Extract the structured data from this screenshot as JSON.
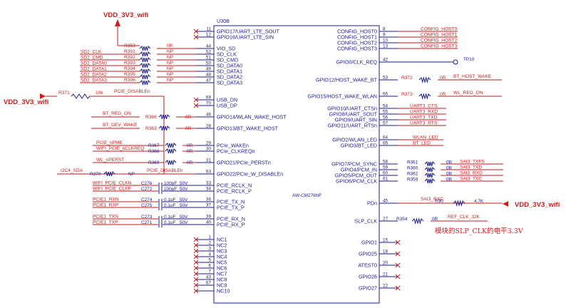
{
  "chip": {
    "ref": "U30B",
    "part": "AW-CM276NF",
    "left_pins": [
      {
        "num": "11",
        "name": "GPIO17/UART_LTE_SOUT",
        "nc": true
      },
      {
        "num": "12",
        "name": "GPIO16/UART_LTE_SIN",
        "nc": true
      },
      {
        "num": "44",
        "name": "VIO_SD"
      },
      {
        "num": "52",
        "name": "SD_CLK"
      },
      {
        "num": "51",
        "name": "SD_CMD"
      },
      {
        "num": "50",
        "name": "SD_DATA0"
      },
      {
        "num": "49",
        "name": "SD_DATA1"
      },
      {
        "num": "48",
        "name": "SD_DATA2"
      },
      {
        "num": "47",
        "name": "SD_DATA3"
      },
      {
        "num": "69",
        "name": "USB_DN",
        "nc": true
      },
      {
        "num": "70",
        "name": "USB_DP",
        "nc": true
      },
      {
        "num": "46",
        "name": "GPIO14/WLAN_WAKE_HOST"
      },
      {
        "num": "28",
        "name": "GPIO13/BT_WAKE_HOST"
      },
      {
        "num": "29",
        "name": "PCIe_WAKEn"
      },
      {
        "num": "30",
        "name": "PCIe_CLKREQn"
      },
      {
        "num": "31",
        "name": "GPIO21/PCIe_PERSTn"
      },
      {
        "num": "63",
        "name": "GPIO22/PCIe_W_DISABLEn"
      },
      {
        "num": "33",
        "name": "PCIE_RCLK_N"
      },
      {
        "num": "34",
        "name": "PCIE_RCLK_P"
      },
      {
        "num": "36",
        "name": "PCIE_TX_N"
      },
      {
        "num": "37",
        "name": "PCIE_TX_P"
      },
      {
        "num": "39",
        "name": "PCIE_RX_N"
      },
      {
        "num": "40",
        "name": "PCIE_RX_P"
      },
      {
        "num": "1",
        "name": "NC1",
        "nc": true
      },
      {
        "num": "2",
        "name": "NC2",
        "nc": true
      },
      {
        "num": "3",
        "name": "NC3",
        "nc": true
      },
      {
        "num": "4",
        "name": "NC4",
        "nc": true
      },
      {
        "num": "5",
        "name": "NC5",
        "nc": true
      },
      {
        "num": "6",
        "name": "NC6",
        "nc": true
      },
      {
        "num": "7",
        "name": "NC7",
        "nc": true
      },
      {
        "num": "43",
        "name": "NC8",
        "nc": true
      },
      {
        "num": "67",
        "name": "NC9",
        "nc": true
      },
      {
        "num": "",
        "name": "NC10",
        "nc": true
      }
    ],
    "right_pins": [
      {
        "num": "8",
        "name": "CONFIG_HOST0"
      },
      {
        "num": "9",
        "name": "CONFIG_HOST1"
      },
      {
        "num": "10",
        "name": "CONFIG_HOST2"
      },
      {
        "num": "13",
        "name": "CONFIG_HOST3"
      },
      {
        "num": "42",
        "name": "GPIO0/CLK_REQ"
      },
      {
        "num": "53",
        "name": "GPIO12/HOST_WAKE_BT"
      },
      {
        "num": "66",
        "name": "GPIO15/HOST_WAKE_WLAN"
      },
      {
        "num": "54",
        "name": "GPIO10/UART_CTSn"
      },
      {
        "num": "55",
        "name": "GPIO8/UART_SOUT"
      },
      {
        "num": "56",
        "name": "GPIO9/UART_SIN"
      },
      {
        "num": "57",
        "name": "GPIO11/UART_RTSn"
      },
      {
        "num": "64",
        "name": "GPIO2/WLAN_LED"
      },
      {
        "num": "65",
        "name": "GPIO3/BT_LED"
      },
      {
        "num": "58",
        "name": "GPIO7/PCM_SYNC"
      },
      {
        "num": "59",
        "name": "GPIO4/PCM_IN"
      },
      {
        "num": "60",
        "name": "GPIO5/PCM_OUT"
      },
      {
        "num": "61",
        "name": "GPIO6/PCM_CLK"
      },
      {
        "num": "45",
        "name": "PDn"
      },
      {
        "num": "27",
        "name": "SLP_CLK"
      },
      {
        "num": "15",
        "name": "GPIO1",
        "nc": true
      },
      {
        "num": "18",
        "name": "GPIO25",
        "nc": true
      },
      {
        "num": "20",
        "name": "ATEST0",
        "nc": true
      },
      {
        "num": "21",
        "name": "GPIO26",
        "nc": true
      },
      {
        "num": "22",
        "name": "GPIO27",
        "nc": true
      }
    ]
  },
  "power_labels": {
    "top": "VDD_3V3_wifi",
    "left": "VDD_3V3_wifi",
    "right": "VDD_3V3_wifi"
  },
  "left_nets": [
    {
      "net": "",
      "ref": "R353",
      "val": "0R"
    },
    {
      "net": "SD2_CLK",
      "ref": "R391",
      "val": "NP"
    },
    {
      "net": "SD2_CMD",
      "ref": "R392",
      "val": "NP"
    },
    {
      "net": "SD2_DATA0",
      "ref": "R393",
      "val": "NP"
    },
    {
      "net": "SD2_DATA1",
      "ref": "R394",
      "val": "NP"
    },
    {
      "net": "SD2_DATA2",
      "ref": "R395",
      "val": "NP"
    },
    {
      "net": "SD2_DATA3",
      "ref": "R396",
      "val": "NP"
    },
    {
      "net": "BT_REG_ON",
      "ref": "R366",
      "val": "0R"
    },
    {
      "net": "BT_DEV_WAKE",
      "ref": "R363",
      "val": "0R"
    },
    {
      "net": "PCIE_nPME",
      "ref": "R367",
      "val": "0R"
    },
    {
      "net": "WIFI_PCIE_nCLKREQ",
      "ref": "R368",
      "val": "0R"
    },
    {
      "net": "WL_nPERST",
      "ref": "R369",
      "val": "0R"
    },
    {
      "net": "I2C4_SDA",
      "ref": "R370",
      "val": "NP"
    },
    {
      "net": "WIFI_PCIE_CLKN",
      "ref": "C276",
      "val": "100pF"
    },
    {
      "net": "WIFI_PCIE_CLKP",
      "ref": "C272",
      "val": "100pF"
    },
    {
      "net": "PCIE1_RXN",
      "ref": "C274",
      "val": "0.1uF"
    },
    {
      "net": "PCIE1_RXP",
      "ref": "C275",
      "val": "0.1uF"
    },
    {
      "net": "PCIE1_TXN",
      "ref": "C273",
      "val": "0.1uF"
    },
    {
      "net": "PCIE1_TXP",
      "ref": "C271",
      "val": "0.1uF"
    }
  ],
  "cap_voltage": "50V",
  "r371": {
    "ref": "R371",
    "val": "10k",
    "net": "PCIE_DISABLEn"
  },
  "pcie_disable_net": "PCIE_DISABLEn",
  "right_nets": {
    "config": [
      "CONFIG_HOST0",
      "CONFIG_HOST1",
      "CONFIG_HOST2",
      "CONFIG_HOST3"
    ],
    "tp": "TP10",
    "bt_host_wake": {
      "ref": "R372",
      "val": "0R",
      "net": "BT_HOST_WAKE"
    },
    "wl_reg_on": {
      "ref": "R373",
      "val": "0R",
      "net": "WL_REG_ON"
    },
    "uart": [
      "UART3_CTS",
      "UART3_RXD",
      "UART3_TXD",
      "UART3_RTS"
    ],
    "led": [
      "WLAN_LED",
      "BT_LED"
    ],
    "pcm": [
      {
        "ref": "R361",
        "val": "0R",
        "net": "SAI3_TXFS"
      },
      {
        "ref": "R360",
        "val": "0R",
        "net": "SAI3_TXD"
      },
      {
        "ref": "R362",
        "val": "0R",
        "net": "SAI3_RXD"
      },
      {
        "ref": "R359",
        "val": "0R",
        "net": "SAI3_TXC"
      }
    ],
    "pdn": {
      "ref": "R90",
      "val": "4.7K",
      "net": "SAI3_RXC"
    },
    "slp": {
      "ref": "R354",
      "val": "0R",
      "net": "REF_CLK_32K"
    }
  },
  "annotation": "模块的SLP_CLK的电平3.3V"
}
